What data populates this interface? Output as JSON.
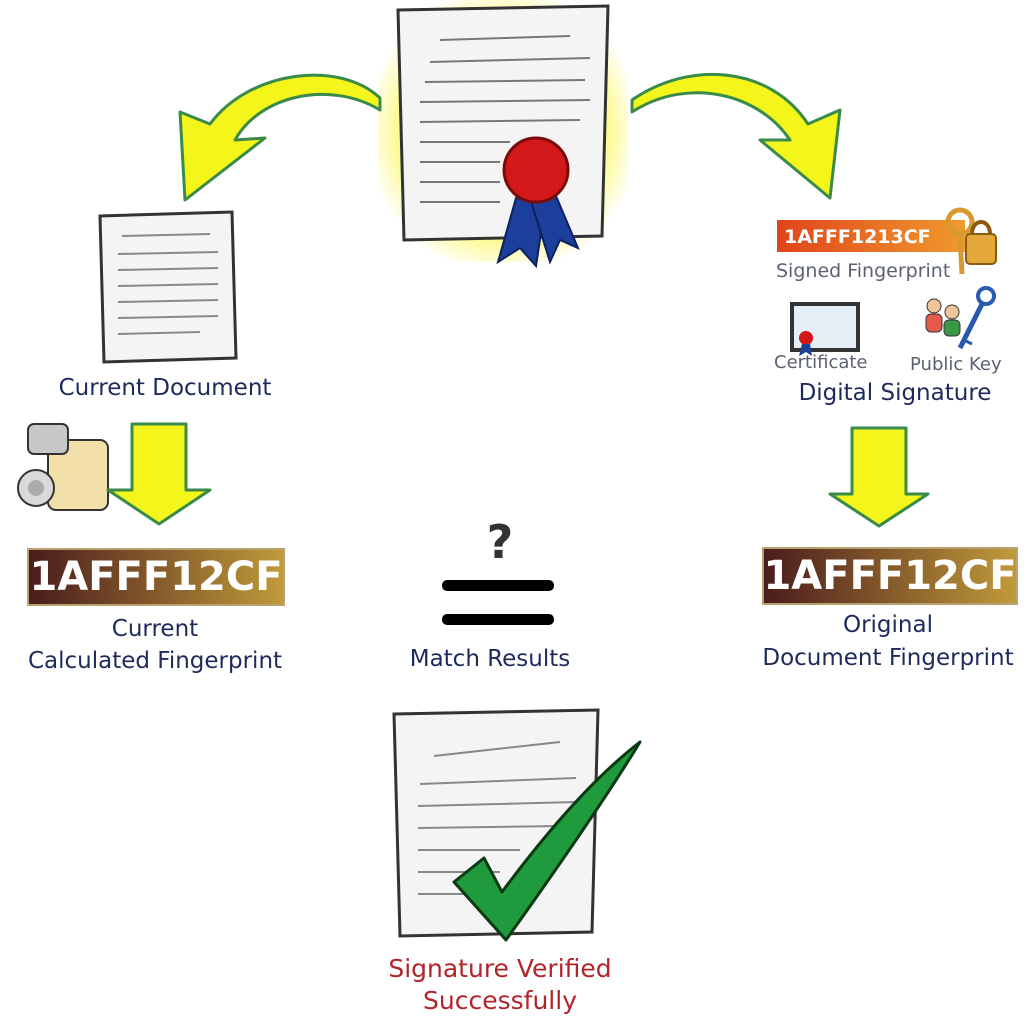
{
  "colors": {
    "arrow_fill": "#f4f51a",
    "arrow_stroke": "#3a8a4a",
    "label_text": "#1f2a5c",
    "verified_text": "#b0242a",
    "fingerprint_dark": "#4a1c1c",
    "fingerprint_light": "#c09a3a",
    "check_green": "#1f9a3c",
    "seal_red": "#d21818",
    "ribbon_blue": "#1b3f9a"
  },
  "left": {
    "document_label": "Current Document",
    "fingerprint": "1AFFF12CF",
    "fingerprint_caption_line1": "Current",
    "fingerprint_caption_line2": "Calculated Fingerprint"
  },
  "right": {
    "signed_fingerprint_value": "1AFFF1213CF",
    "signed_fingerprint_label": "Signed Fingerprint",
    "certificate_label": "Certificate",
    "public_key_label": "Public Key",
    "digital_signature_label": "Digital Signature",
    "fingerprint": "1AFFF12CF",
    "fingerprint_caption_line1": "Original",
    "fingerprint_caption_line2": "Document Fingerprint"
  },
  "center": {
    "question_mark": "?",
    "match_label": "Match Results"
  },
  "result": {
    "line1": "Signature Verified",
    "line2": "Successfully"
  },
  "icons": [
    "signed-document-icon",
    "document-icon",
    "meat-grinder-icon",
    "key-lock-icon",
    "certificate-icon",
    "people-key-icon",
    "verified-document-icon",
    "checkmark-icon"
  ]
}
